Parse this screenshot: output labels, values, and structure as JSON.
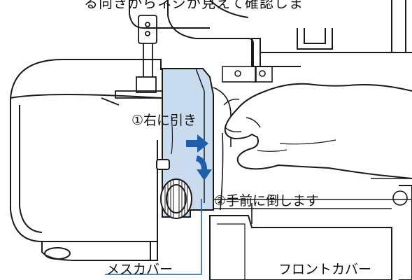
{
  "heading_partial": "る向きからネジが見えて確認しま",
  "steps": {
    "step1": "①右に引き",
    "step2": "②手前に倒します"
  },
  "parts": {
    "blade_cover": "メスカバー",
    "front_cover": "フロントカバー"
  },
  "colors": {
    "cover_fill": "#c9dcef",
    "arrow": "#1f5ea8",
    "leader": "#1f5ea8",
    "line": "#1a1a1a"
  },
  "icons": {
    "arrow_right": "arrow-right-icon",
    "arrow_down": "arrow-curved-down-icon"
  }
}
